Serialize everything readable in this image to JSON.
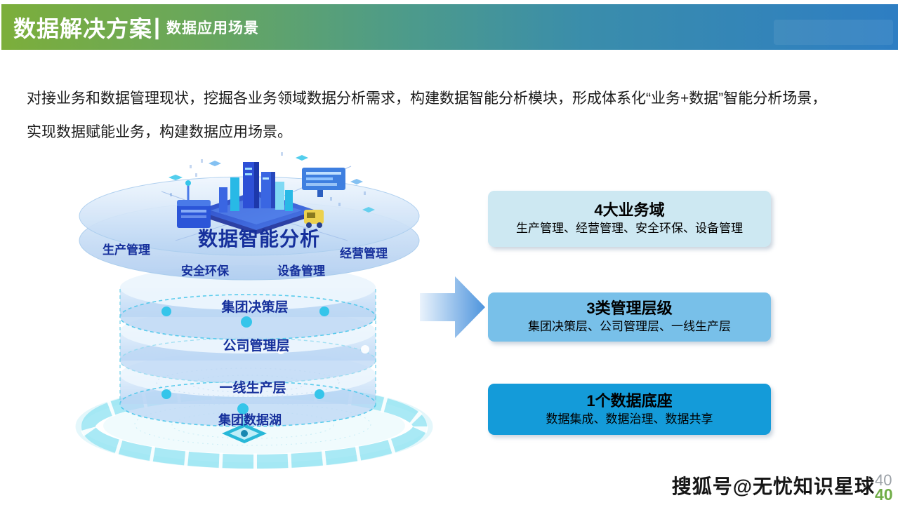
{
  "header": {
    "title_main": "数据解决方案",
    "separator": "|",
    "title_sub": "数据应用场景"
  },
  "intro": {
    "line1": "对接业务和数据管理现状，挖掘各业务领域数据分析需求，构建数据智能分析模块，形成体系化“业务+数据”智能分析场景，",
    "line2": "实现数据赋能业务，构建数据应用场景。"
  },
  "diagram": {
    "center_label": "数据智能分析",
    "domain_labels": [
      "生产管理",
      "经营管理",
      "安全环保",
      "设备管理"
    ],
    "layer_labels": [
      "集团决策层",
      "公司管理层",
      "一线生产层"
    ],
    "base_label": "集团数据湖"
  },
  "summary_boxes": [
    {
      "title": "4大业务域",
      "desc": "生产管理、经营管理、安全环保、设备管理",
      "bg": "#cde8f2"
    },
    {
      "title": "3类管理层级",
      "desc": "集团决策层、公司管理层、一线生产层",
      "bg": "#78c0e9"
    },
    {
      "title": "1个数据底座",
      "desc": "数据集成、数据治理、数据共享",
      "bg": "#149bd9"
    }
  ],
  "footer": {
    "watermark": "搜狐号@无忧知识星球",
    "page_number_top": "40",
    "page_number_bottom": "40"
  },
  "colors": {
    "header_gradient_left": "#7cae3b",
    "header_gradient_right": "#2e7ec3",
    "label_navy": "#16309c",
    "accent_cyan": "#35c5ea",
    "page_number_green": "#70ad47",
    "page_number_gray": "#9aa0a6"
  }
}
